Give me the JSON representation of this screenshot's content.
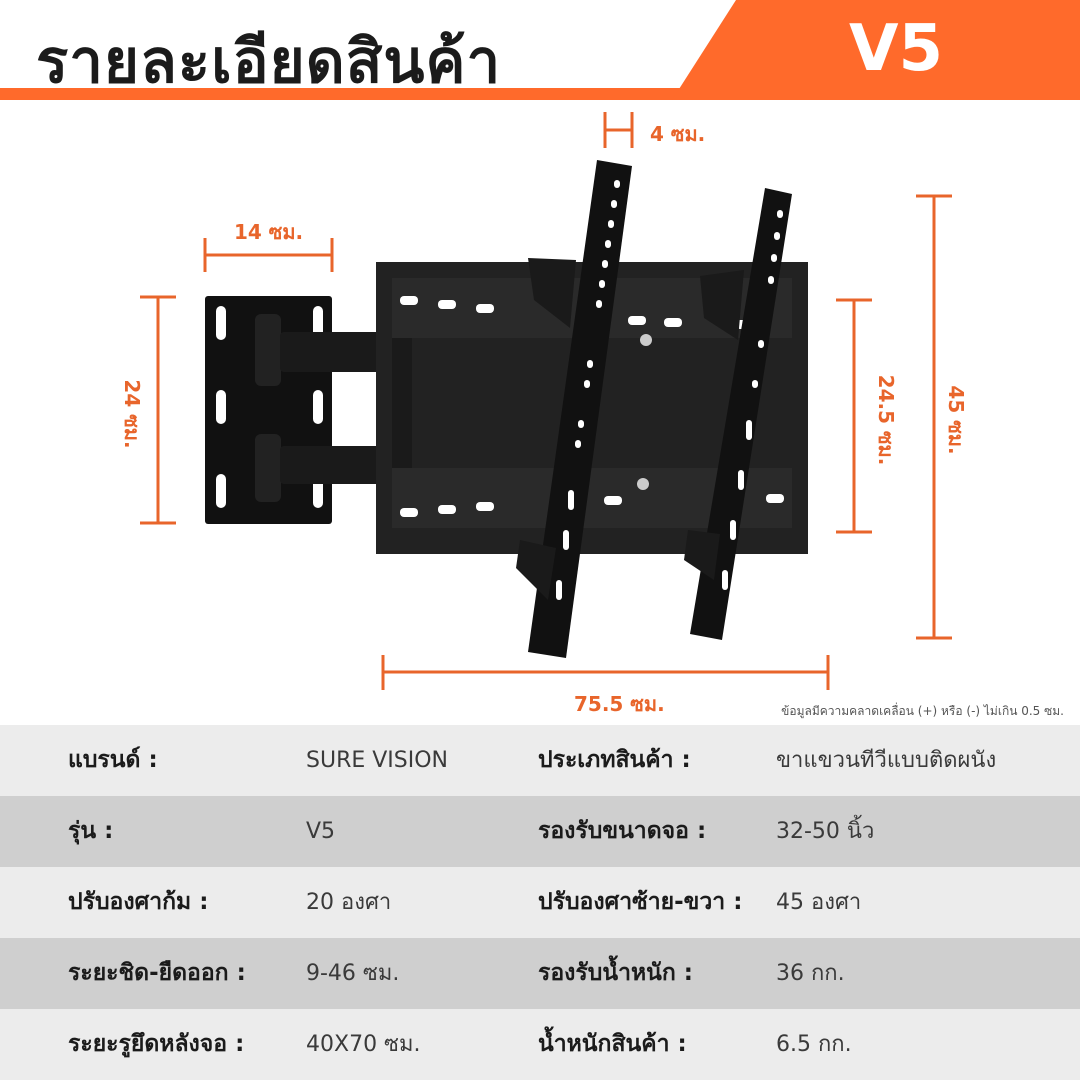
{
  "header": {
    "title": "รายละเอียดสินค้า",
    "model": "V5",
    "accent_color": "#ff6a2b"
  },
  "dimensions": {
    "depth": "4 ซม.",
    "wall_plate_width": "14 ซม.",
    "wall_plate_height": "24 ซม.",
    "frame_height": "24.5 ซม.",
    "total_height": "45 ซม.",
    "total_width": "75.5 ซม."
  },
  "note": "ข้อมูลมีความคลาดเคลื่อน (+) หรือ (-) ไม่เกิน 0.5 ซม.",
  "specs": [
    {
      "label1": "แบรนด์ :",
      "value1": "SURE VISION",
      "label2": "ประเภทสินค้า :",
      "value2": "ขาแขวนทีวีแบบติดผนัง"
    },
    {
      "label1": "รุ่น :",
      "value1": "V5",
      "label2": "รองรับขนาดจอ :",
      "value2": "32-50 นิ้ว"
    },
    {
      "label1": "ปรับองศาก้ม :",
      "value1": "20 องศา",
      "label2": "ปรับองศาซ้าย-ขวา :",
      "value2": "45 องศา"
    },
    {
      "label1": "ระยะชิด-ยืดออก :",
      "value1": "9-46 ซม.",
      "label2": "รองรับน้ำหนัก :",
      "value2": "36 กก."
    },
    {
      "label1": "ระยะรูยึดหลังจอ :",
      "value1": "40X70 ซม.",
      "label2": "น้ำหนักสินค้า :",
      "value2": "6.5 กก."
    }
  ]
}
